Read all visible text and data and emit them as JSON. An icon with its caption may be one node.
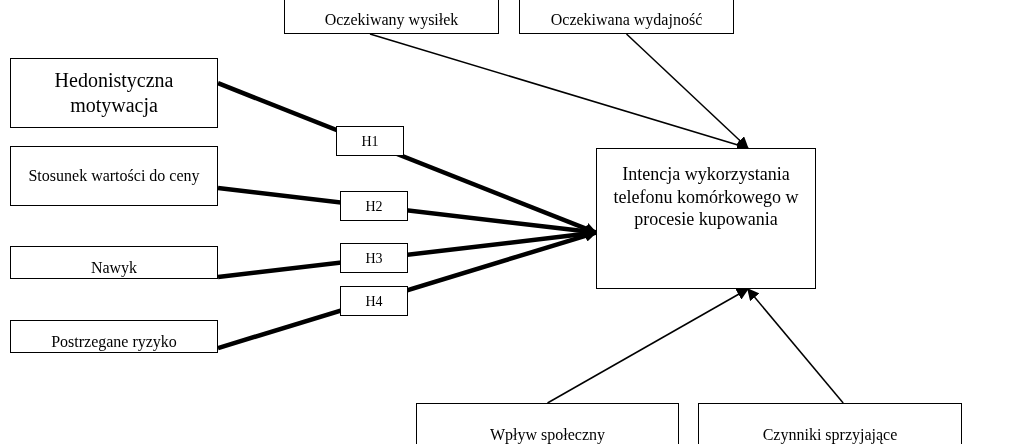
{
  "diagram": {
    "nodes": [
      {
        "text": [
          "Hedonistyczna motywacja"
        ]
      },
      {
        "text": [
          "Stosunek wartości do ceny"
        ]
      },
      {
        "text": [
          "Nawyk"
        ]
      },
      {
        "text": [
          "Postrzegane ryzyko"
        ]
      },
      {
        "text": [
          "Oczekiwany wysiłek"
        ]
      },
      {
        "text": [
          "Oczekiwana wydajność"
        ]
      },
      {
        "text": [
          "Intencja wykorzystania telefonu komórkowego w procesie kupowania"
        ]
      },
      {
        "text": [
          "Wpływ społeczny"
        ]
      },
      {
        "text": [
          "Czynniki sprzyjające"
        ]
      }
    ],
    "edges": [
      {
        "from": 0,
        "to": 6,
        "arrow": "to",
        "label": "H1",
        "style": "thick"
      },
      {
        "from": 1,
        "to": 6,
        "arrow": "to",
        "label": "H2",
        "style": "thick"
      },
      {
        "from": 2,
        "to": 6,
        "arrow": "to",
        "label": "H3",
        "style": "thick"
      },
      {
        "from": 3,
        "to": 6,
        "arrow": "to",
        "label": "H4",
        "style": "thick"
      },
      {
        "from": 4,
        "to": 6,
        "arrow": "to"
      },
      {
        "from": 5,
        "to": 6,
        "arrow": "to"
      },
      {
        "from": 7,
        "to": 6,
        "arrow": "to"
      },
      {
        "from": 8,
        "to": 6,
        "arrow": "to"
      }
    ]
  }
}
